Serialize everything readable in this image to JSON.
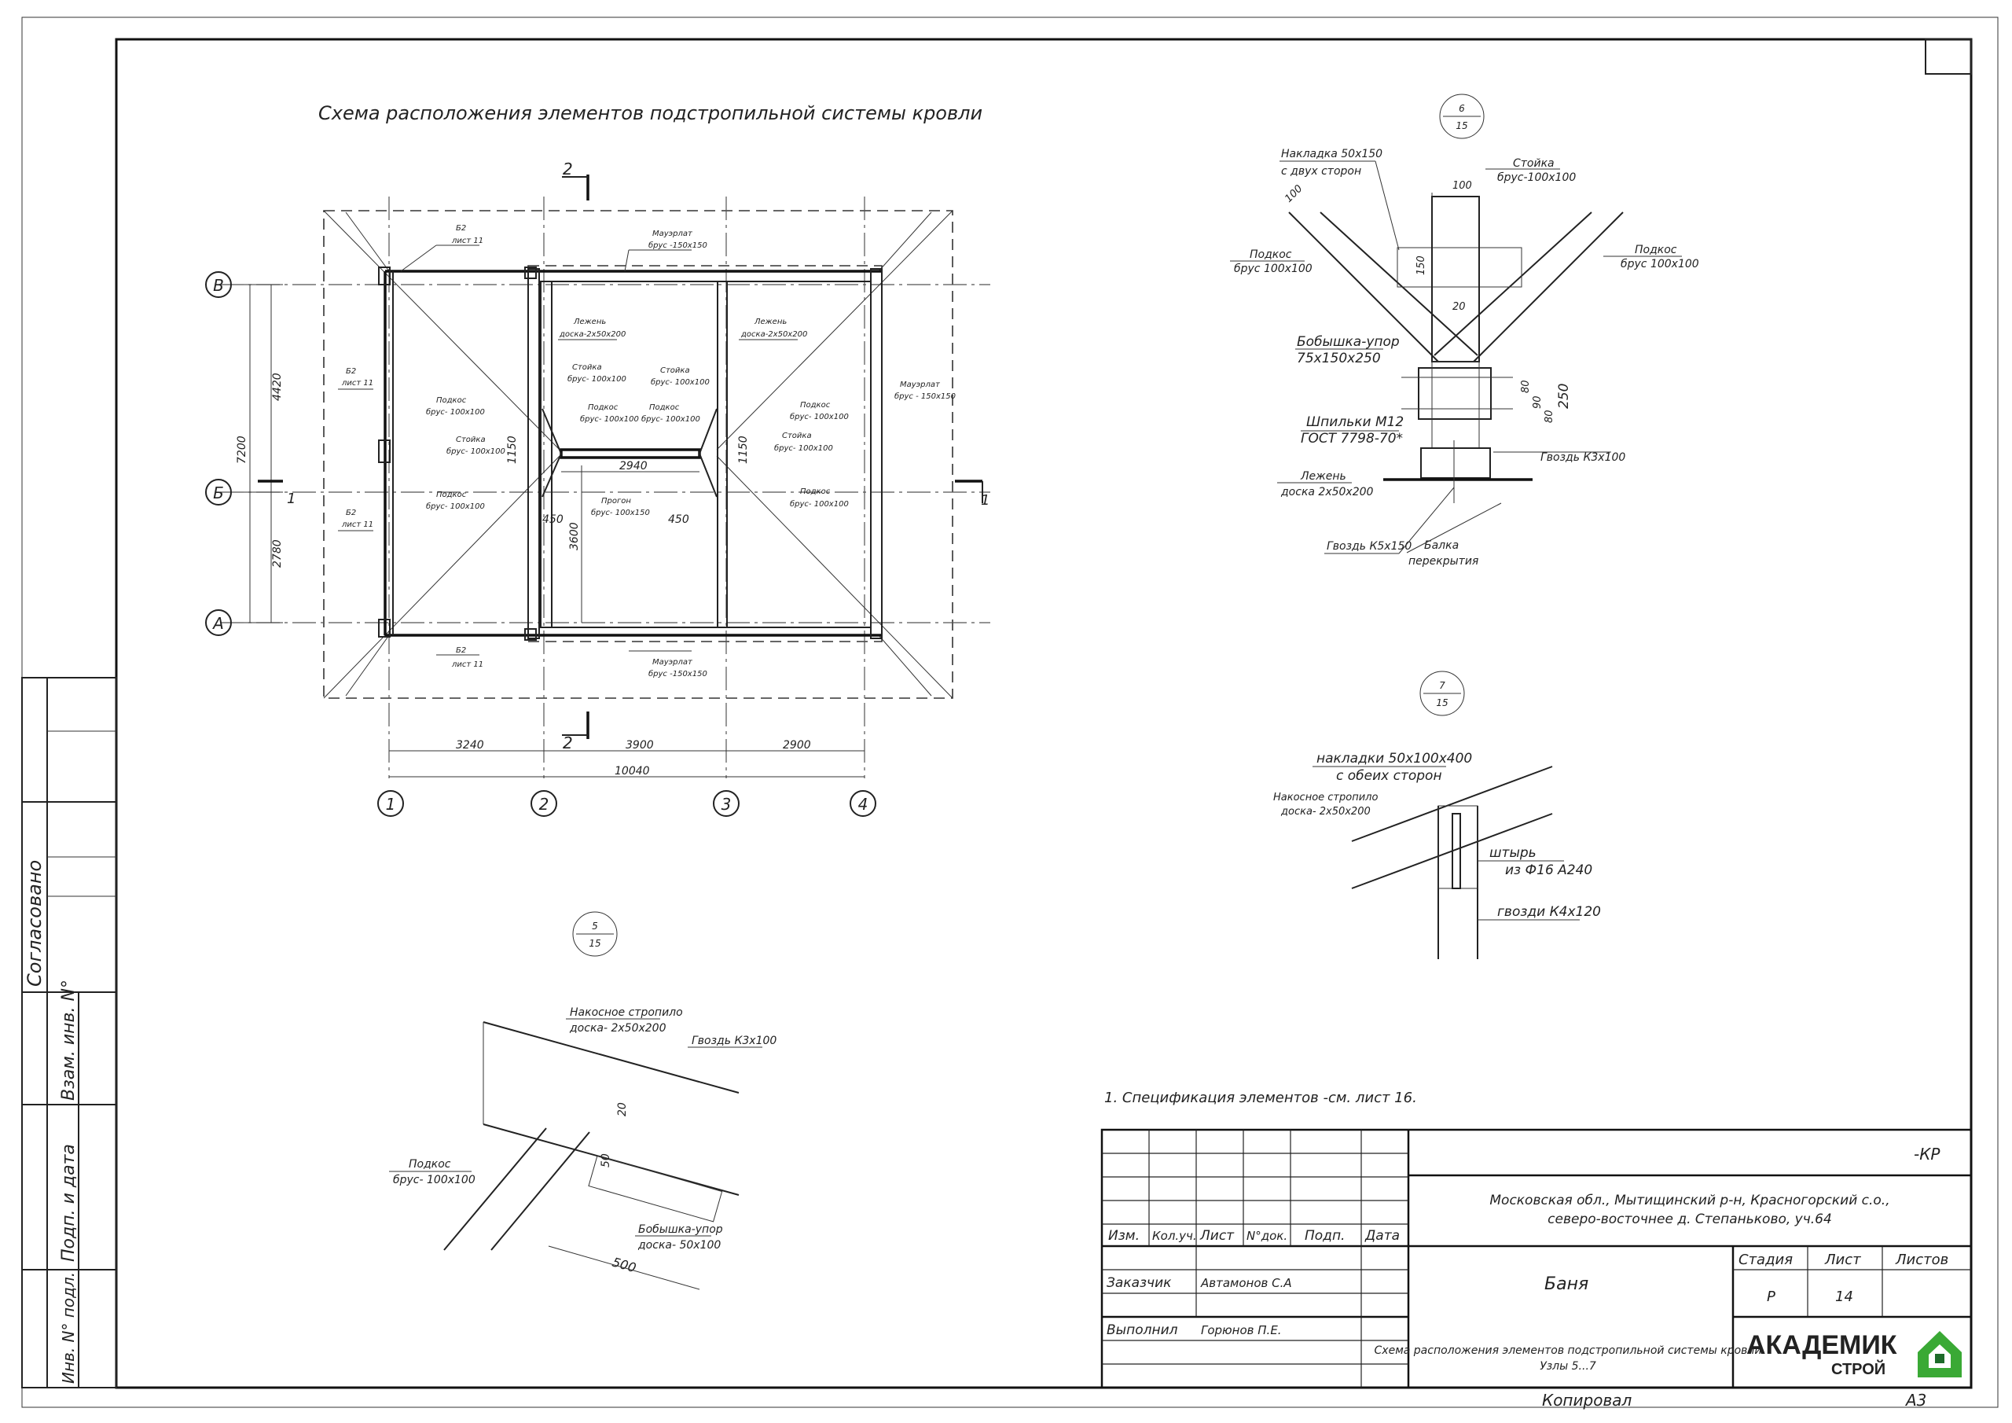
{
  "plan": {
    "title": "Схема расположения элементов подстропильной системы кровли",
    "section_2_top": "2",
    "section_2_bottom": "2",
    "section_1_left": "1",
    "section_1_right": "1",
    "axes_rows": [
      "В",
      "Б",
      "А"
    ],
    "axes_cols": [
      "1",
      "2",
      "3",
      "4"
    ],
    "dims_left": [
      "4420",
      "2780",
      "7200"
    ],
    "dims_bottom": [
      "3240",
      "3900",
      "2900",
      "10040"
    ],
    "dims_inner": [
      "2940",
      "3600",
      "450",
      "450",
      "1150",
      "1150"
    ],
    "labels": {
      "b2_top": [
        "Б2",
        "лист 11"
      ],
      "b2_left1": [
        "Б2",
        "лист 11"
      ],
      "b2_left2": [
        "Б2",
        "лист 11"
      ],
      "b2_bottom": [
        "Б2",
        "лист 11"
      ],
      "mauer_top": [
        "Мауэрлат",
        "брус -150х150"
      ],
      "mauer_right": [
        "Мауэрлат",
        "брус - 150х150"
      ],
      "mauer_bottom": [
        "Мауэрлат",
        "брус -150х150"
      ],
      "lezhen_left": [
        "Лежень",
        "доска-2х50х200"
      ],
      "lezhen_right": [
        "Лежень",
        "доска-2х50х200"
      ],
      "stoyka_1": [
        "Стойка",
        "брус- 100х100"
      ],
      "stoyka_2": [
        "Стойка",
        "брус- 100х100"
      ],
      "stoyka_3": [
        "Стойка",
        "брус- 100х100"
      ],
      "stoyka_4": [
        "Стойка",
        "брус- 100х100"
      ],
      "podkos_1": [
        "Подкос",
        "брус- 100х100"
      ],
      "podkos_2": [
        "Подкос",
        "брус- 100х100"
      ],
      "podkos_3": [
        "Подкос",
        "брус- 100х100"
      ],
      "podkos_4": [
        "Подкос",
        "брус- 100х100"
      ],
      "podkos_5": [
        "Подкос",
        "брус- 100х100"
      ],
      "podkos_6": [
        "Подкос",
        "брус- 100х100"
      ],
      "progon": [
        "Прогон",
        "брус- 100х150"
      ]
    }
  },
  "node6": {
    "bubble_top": "6",
    "bubble_bottom": "15",
    "nakladka": [
      "Накладка 50х150",
      "с двух сторон"
    ],
    "stoyka": [
      "Стойка",
      "брус-100х100"
    ],
    "podkos_left": [
      "Подкос",
      "брус 100х100"
    ],
    "podkos_right": [
      "Подкос",
      "брус 100х100"
    ],
    "bobyshka": [
      "Бобышка-упор",
      "75х150х250"
    ],
    "shpilki": [
      "Шпильки М12",
      "ГОСТ 7798-70*"
    ],
    "gvozd_k3": "Гвоздь К3х100",
    "lezhen": [
      "Лежень",
      "доска 2х50х200"
    ],
    "gvozd_k5": "Гвоздь К5х150",
    "balka": [
      "Балка",
      "перекрытия"
    ],
    "dims": [
      "100",
      "100",
      "150",
      "20",
      "80",
      "90",
      "80",
      "250"
    ]
  },
  "node7": {
    "bubble_top": "7",
    "bubble_bottom": "15",
    "nakladki": [
      "накладки 50х100х400",
      "с обеих сторон"
    ],
    "stropilo": [
      "Накосное стропило",
      "доска- 2х50х200"
    ],
    "shtyr": [
      "штырь",
      "из Ф16 А240"
    ],
    "gvozdi": "гвозди К4х120"
  },
  "node5": {
    "bubble_top": "5",
    "bubble_bottom": "15",
    "stropilo": [
      "Накосное стропило",
      "доска- 2х50х200"
    ],
    "gvozd": "Гвоздь К3х100",
    "podkos": [
      "Подкос",
      "брус- 100х100"
    ],
    "bobyshka": [
      "Бобышка-упор",
      "доска- 50х100"
    ],
    "dims": [
      "20",
      "50",
      "500"
    ]
  },
  "note": "1. Спецификация элементов -см. лист 16.",
  "side_stamps": {
    "soglasovano": "Согласовано",
    "vzam": "Взам. инв. N°",
    "podp": "Подп. и дата",
    "inv": "Инв. N° подл."
  },
  "title_block": {
    "code": "-КР",
    "address_line1": "Московская обл., Мытищинский р-н, Красногорский с.о.,",
    "address_line2": "северо-восточнее д. Степаньково, уч.64",
    "headers": [
      "Изм.",
      "Кол.уч.",
      "Лист",
      "N°док.",
      "Подп.",
      "Дата"
    ],
    "role1": "Заказчик",
    "person1": "Автамонов С.А",
    "role2": "Выполнил",
    "person2": "Горюнов П.Е.",
    "object": "Баня",
    "stage_h": "Стадия",
    "sheet_h": "Лист",
    "sheets_h": "Листов",
    "stage": "Р",
    "sheet": "14",
    "sheets": "",
    "drawing_line1": "Схема расположения элементов подстропильной системы кровли",
    "drawing_line2": "Узлы 5...7",
    "logo_main": "АКАДЕМИК",
    "logo_sub": "СТРОЙ",
    "copied": "Копировал",
    "format": "А3"
  },
  "colors": {
    "logo_green": "#3aa935",
    "logo_dark": "#1e6b2a",
    "line": "#222222"
  }
}
